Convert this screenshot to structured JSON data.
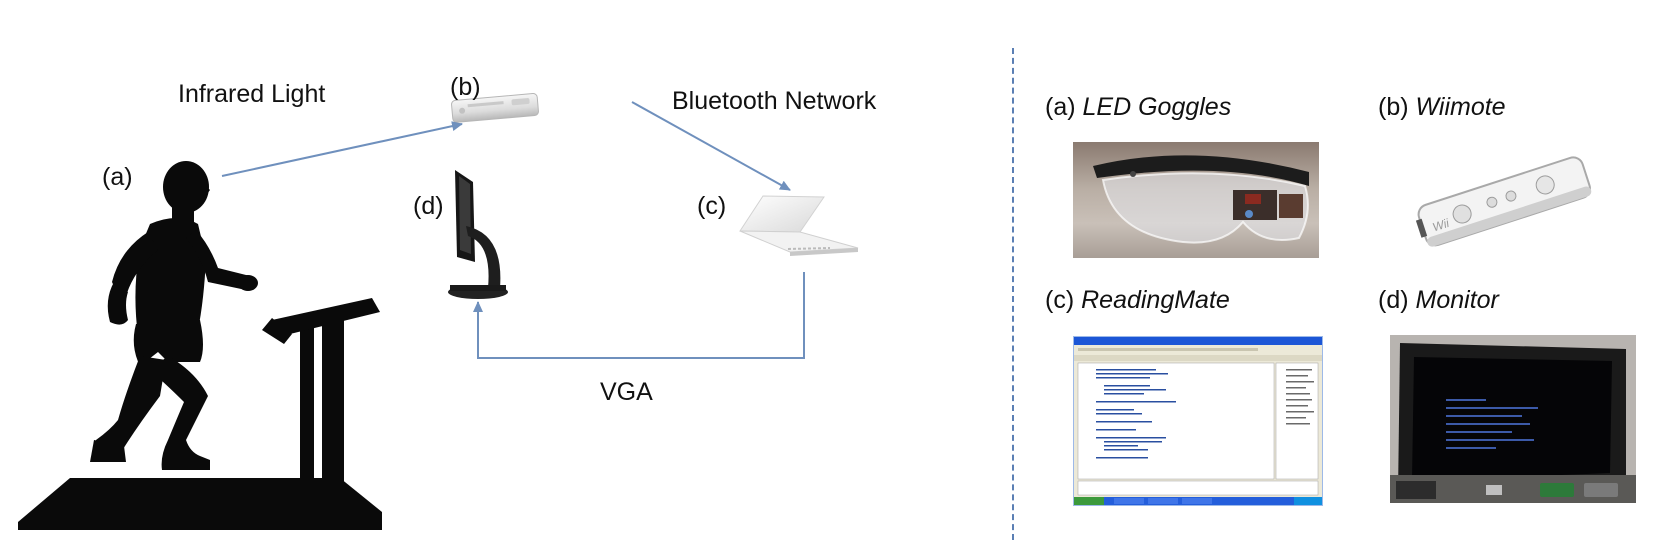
{
  "diagram": {
    "labels": {
      "person": "(a)",
      "wiimote": "(b)",
      "laptop": "(c)",
      "monitor": "(d)"
    },
    "connections": {
      "infrared": "Infrared Light",
      "bluetooth": "Bluetooth Network",
      "vga": "VGA"
    },
    "arrow_color": "#6f90bd"
  },
  "legend": {
    "items": [
      {
        "tag": "(a)",
        "name": "LED Goggles"
      },
      {
        "tag": "(b)",
        "name": "Wiimote"
      },
      {
        "tag": "(c)",
        "name": "ReadingMate"
      },
      {
        "tag": "(d)",
        "name": "Monitor"
      }
    ],
    "divider_color": "#5b7fb4"
  }
}
